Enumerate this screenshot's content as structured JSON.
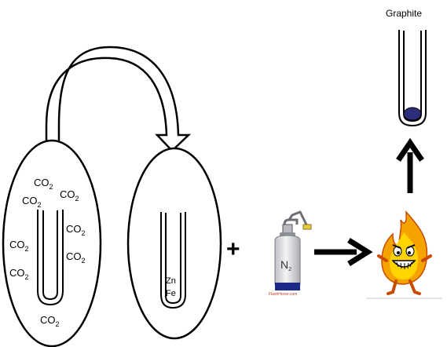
{
  "labels": {
    "graphite": "Graphite",
    "plus": "+",
    "co2": "CO",
    "co2_sub": "2",
    "zn": "Zn",
    "fe": "Fe",
    "n2": "N",
    "n2_sub": "2",
    "cylinder_brand": "FlashHorse.com"
  },
  "colors": {
    "graphite_fill": "#2d2f7c",
    "flame_outer": "#f5a300",
    "flame_inner": "#ffd400",
    "cylinder_body": "#e7e7ea",
    "cylinder_base": "#1b2a86"
  },
  "icons": {
    "tube": "test-tube-icon",
    "flame": "flame-mascot-icon",
    "cylinder": "nitrogen-cylinder-icon",
    "arrow": "arrow-icon"
  }
}
